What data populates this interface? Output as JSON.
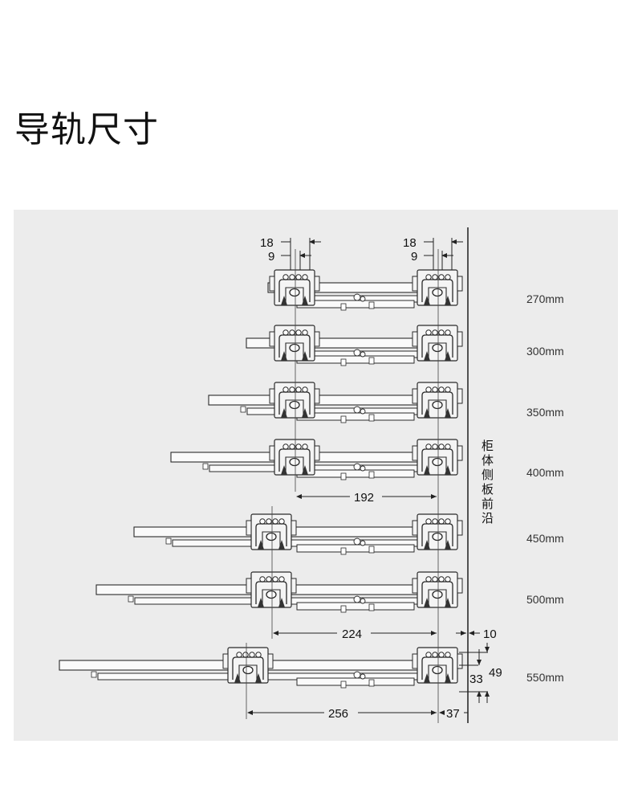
{
  "title": "导轨尺寸",
  "cabinet_label": "柜体侧板前沿",
  "sizes": [
    "270mm",
    "300mm",
    "350mm",
    "400mm",
    "450mm",
    "500mm",
    "550mm"
  ],
  "dimensions": {
    "d18": "18",
    "d9": "9",
    "d192": "192",
    "d224": "224",
    "d256": "256",
    "d10": "10",
    "d37": "37",
    "d33": "33",
    "d49": "49"
  },
  "colors": {
    "panel": "#ececec",
    "line": "#2a2a2a",
    "bracket_fill": "#f4f4f4"
  }
}
